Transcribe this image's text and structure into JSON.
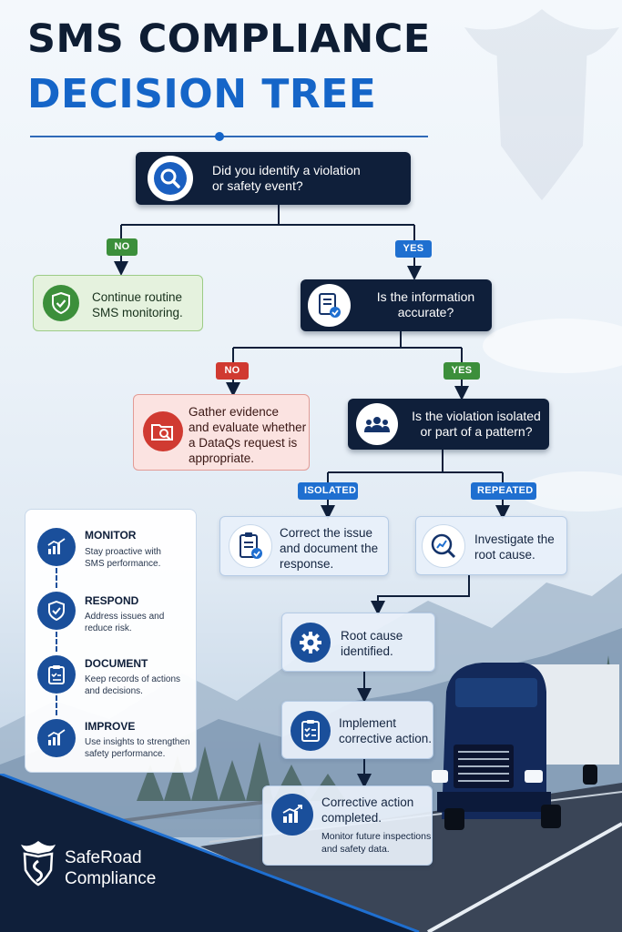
{
  "title": {
    "line1": "SMS COMPLIANCE",
    "line2": "DECISION TREE"
  },
  "nodes": {
    "q1": "Did you identify a violation\nor safety event?",
    "no1_outcome": "Continue routine\nSMS monitoring.",
    "q2": "Is the information\naccurate?",
    "no2_outcome": "Gather evidence\nand evaluate whether\na DataQs request is\nappropriate.",
    "q3": "Is the violation isolated\nor part of a pattern?",
    "isolated_outcome": "Correct the issue\nand document the\nresponse.",
    "repeated_outcome": "Investigate the\nroot cause.",
    "root_cause": "Root cause\nidentified.",
    "implement": "Implement\ncorrective action.",
    "completed_title": "Corrective action\ncompleted.",
    "completed_sub": "Monitor future inspections\nand safety data."
  },
  "tags": {
    "no": "NO",
    "yes": "YES",
    "isolated": "ISOLATED",
    "repeated": "REPEATED"
  },
  "legend": [
    {
      "title": "MONITOR",
      "desc": "Stay proactive with\nSMS performance.",
      "icon": "chart-icon"
    },
    {
      "title": "RESPOND",
      "desc": "Address issues and\nreduce risk.",
      "icon": "shield-icon"
    },
    {
      "title": "DOCUMENT",
      "desc": "Keep records of actions\nand decisions.",
      "icon": "clipboard-icon"
    },
    {
      "title": "IMPROVE",
      "desc": "Use insights to strengthen\nsafety performance.",
      "icon": "chart-icon"
    }
  ],
  "brand": {
    "line1": "SafeRoad",
    "line2": "Compliance"
  },
  "colors": {
    "navy": "#0f1f3a",
    "brand_blue": "#1565c8",
    "yes_green": "#3c8f3b",
    "no_red": "#d03a31",
    "branch_blue": "#1f6fd0"
  }
}
